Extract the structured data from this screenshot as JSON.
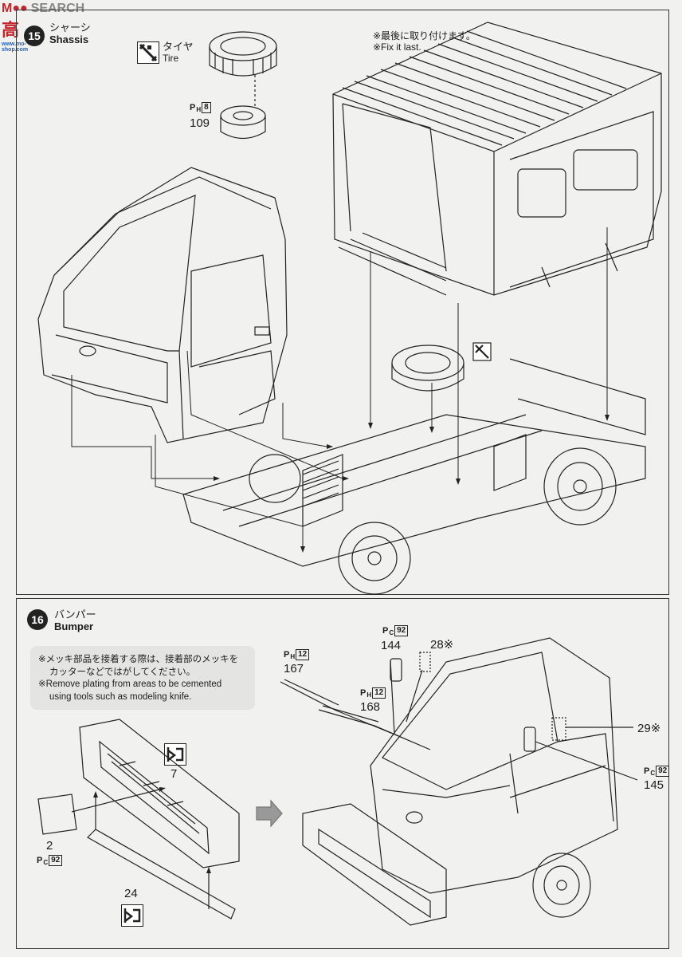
{
  "watermark": {
    "brand": "M",
    "text": "SEARCH",
    "side_chars": "高",
    "side_url": "www.mo-shop.com"
  },
  "step15": {
    "number": "15",
    "title_jp": "シャーシ",
    "title_en": "Shassis",
    "tire_label_jp": "タイヤ",
    "tire_label_en": "Tire",
    "note_jp": "※最後に取り付けます。",
    "note_en": "※Fix it last.",
    "runner_ph8": {
      "prefix": "P",
      "sub": "H",
      "box": "8"
    },
    "part_109": "109"
  },
  "step16": {
    "number": "16",
    "title_jp": "バンパー",
    "title_en": "Bumper",
    "note_jp_1": "※メッキ部品を接着する際は、接着部のメッキを",
    "note_jp_2": "カッターなどではがしてください。",
    "note_en_1": "※Remove plating from areas to be cemented",
    "note_en_2": "using tools such as modeling knife.",
    "parts": {
      "p144": "144",
      "p28": "28※",
      "p167": "167",
      "p168": "168",
      "p29": "29※",
      "p145": "145",
      "p7": "7",
      "p2": "2",
      "p24": "24"
    },
    "runners": {
      "pc92_a": {
        "prefix": "P",
        "sub": "C",
        "box": "92"
      },
      "ph12_a": {
        "prefix": "P",
        "sub": "H",
        "box": "12"
      },
      "ph12_b": {
        "prefix": "P",
        "sub": "H",
        "box": "12"
      },
      "pc92_b": {
        "prefix": "P",
        "sub": "C",
        "box": "92"
      },
      "pc92_c": {
        "prefix": "P",
        "sub": "C",
        "box": "92"
      }
    }
  }
}
